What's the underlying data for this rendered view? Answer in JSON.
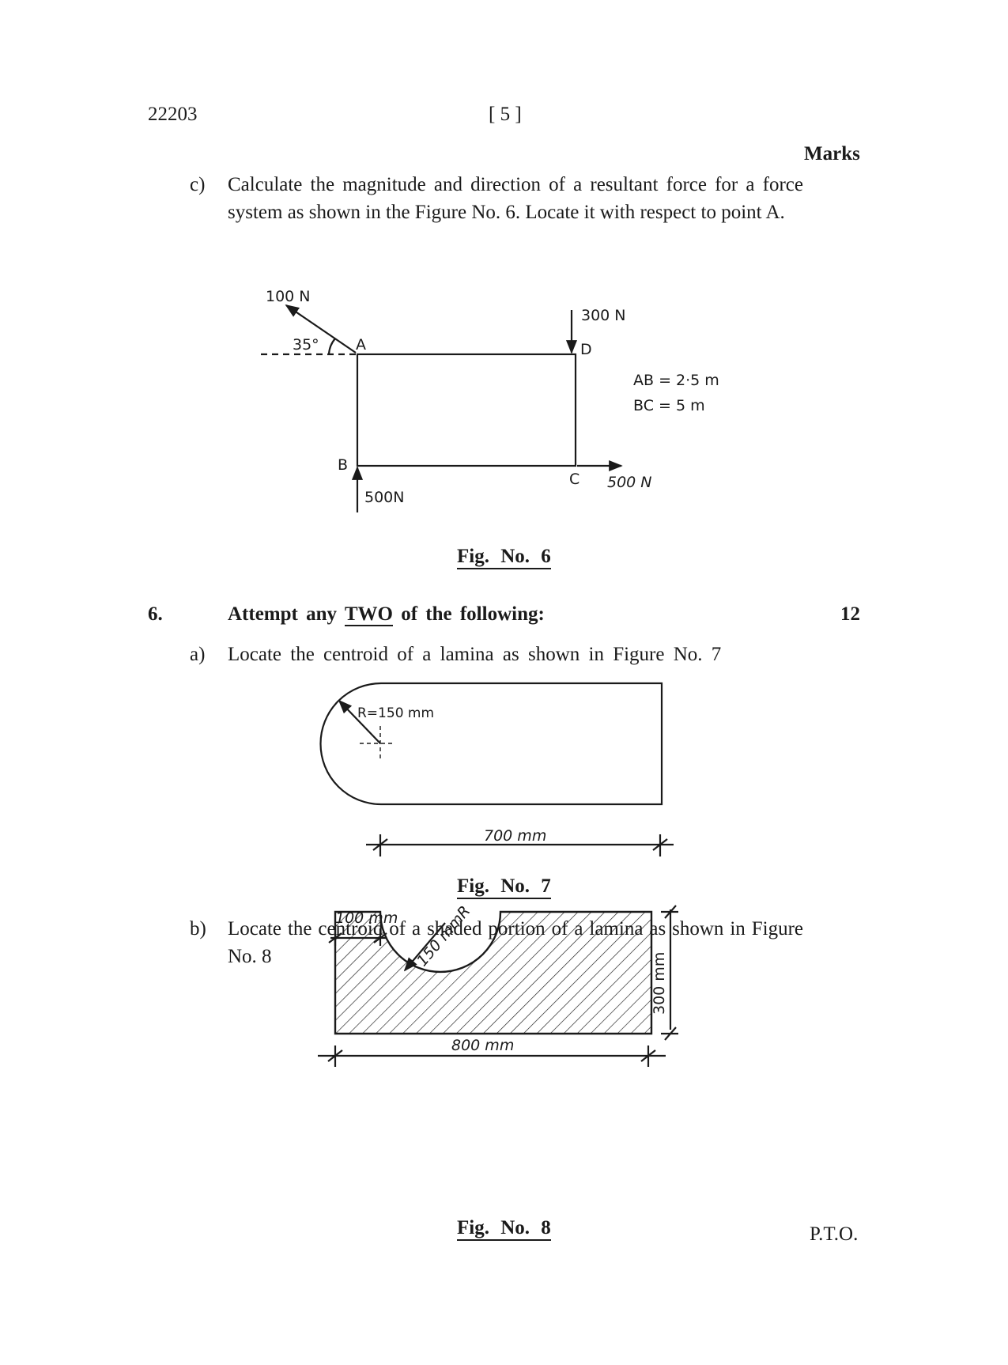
{
  "header": {
    "code": "22203",
    "page": "[ 5 ]",
    "marks_label": "Marks"
  },
  "q5c": {
    "label": "c)",
    "text": "Calculate the magnitude and direction of a resultant force for a force system as shown in the Figure No. 6. Locate it with respect to point A."
  },
  "fig6": {
    "caption": "Fig. No. 6",
    "force_100": "100 N",
    "force_300": "300 N",
    "force_500_b": "500N",
    "force_500_c": "500 N",
    "angle": "35°",
    "point_a": "A",
    "point_b": "B",
    "point_c": "C",
    "point_d": "D",
    "dim_ab": "AB = 2·5 m",
    "dim_bc": "BC = 5 m"
  },
  "q6": {
    "number": "6.",
    "heading_pre": "Attempt any",
    "heading_emph": "TWO",
    "heading_post": "of the following:",
    "marks": "12"
  },
  "q6a": {
    "label": "a)",
    "text": "Locate the centroid of a lamina as shown in Figure No. 7"
  },
  "fig7": {
    "caption": "Fig. No. 7",
    "radius": "R=150 mm",
    "length": "700 mm"
  },
  "q6b": {
    "label": "b)",
    "text": "Locate the centroid of a shaded portion of a lamina as shown in Figure No. 8"
  },
  "fig8": {
    "caption": "Fig. No. 8",
    "offset": "100 mm",
    "radius": "150 mmR",
    "height": "300 mm",
    "length": "800 mm"
  },
  "footer": {
    "pto": "P.T.O."
  }
}
